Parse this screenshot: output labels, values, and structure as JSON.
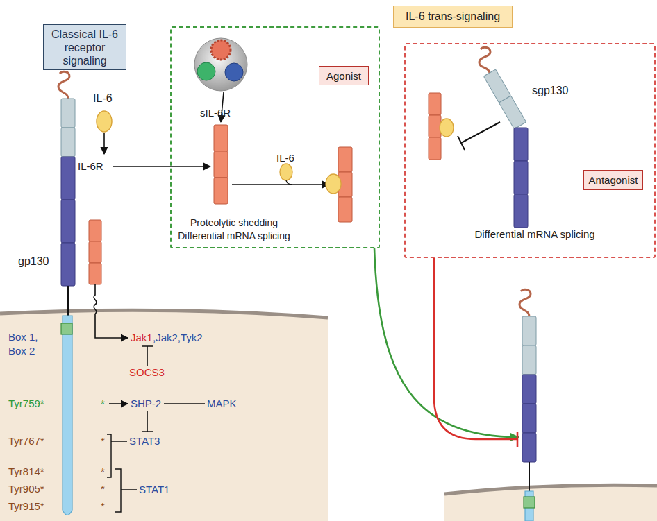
{
  "diagram": {
    "nodes": [
      {
        "text": [
          "Classical IL-6 receptor signaling"
        ]
      },
      {
        "text": [
          "Proteolytic shedding Differential mRNA splicing"
        ]
      },
      {
        "text": [
          "Agonist"
        ],
        "in": 1
      },
      {
        "text": [
          "IL-6 trans-signaling"
        ]
      },
      {
        "text": [
          "Differential mRNA splicing"
        ]
      },
      {
        "text": [
          "Antagonist"
        ],
        "in": 4
      },
      {
        "text": []
      }
    ],
    "edges": [
      {
        "from": 1,
        "to": 6,
        "arrow": "to"
      },
      {
        "from": 4,
        "to": 6,
        "arrow": "to"
      }
    ],
    "labels": [
      "IL-6",
      "IL-6R",
      "gp130",
      "sIL-6R",
      "IL-6",
      "sgp130",
      "Box 1, Box 2",
      "Jak1",
      ",Jak2,Tyk2",
      "SOCS3",
      "Tyr759*",
      "*",
      "SHP-2",
      "MAPK",
      "Tyr767*",
      "*",
      "STAT3",
      "Tyr814*",
      "*",
      "Tyr905*",
      "*",
      "Tyr915*",
      "*",
      "STAT1"
    ]
  }
}
